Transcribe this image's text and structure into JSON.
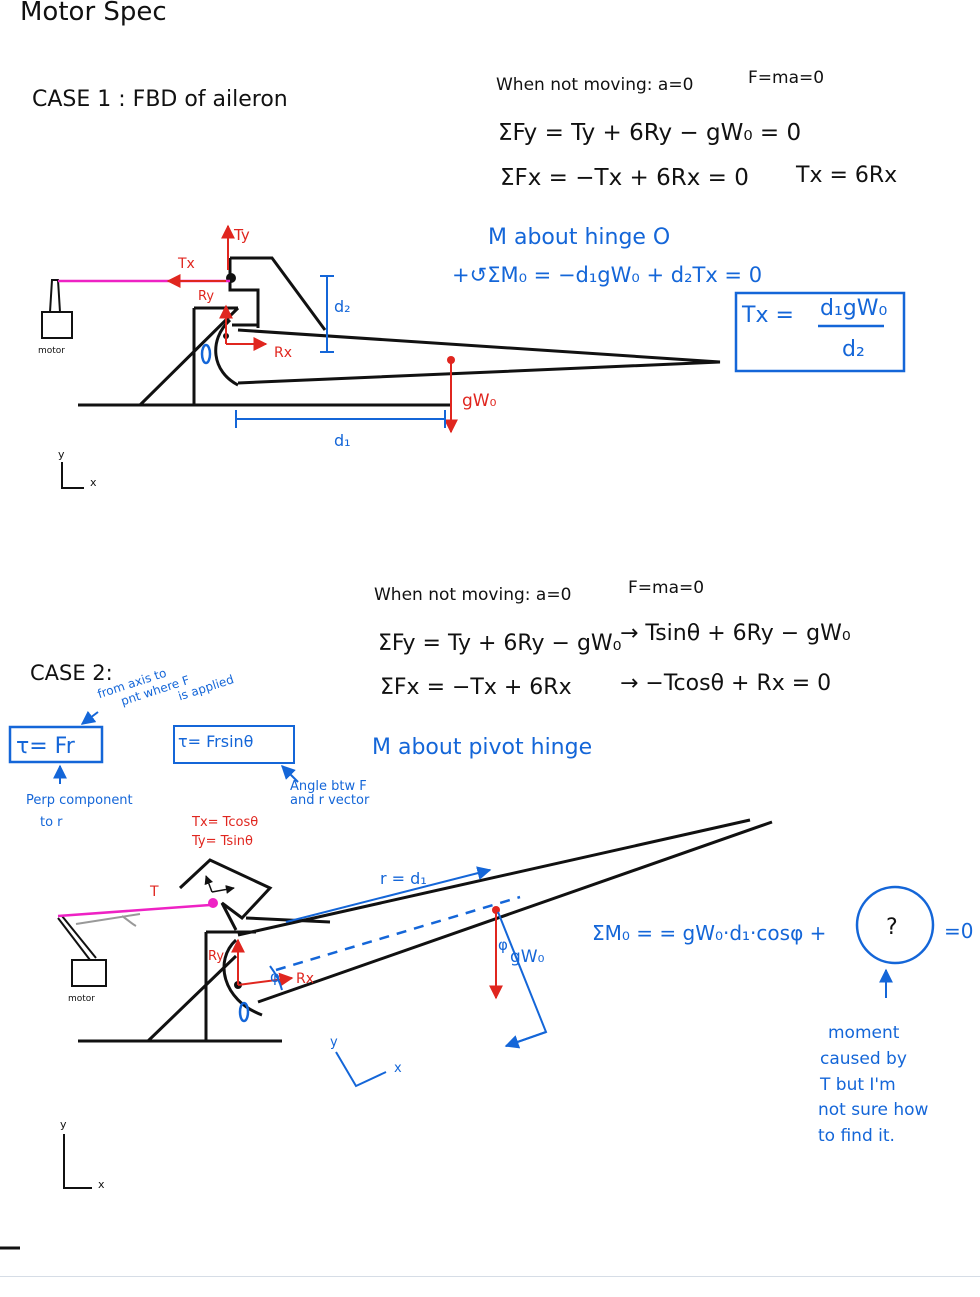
{
  "title": "Motor Spec",
  "case1": {
    "heading": "CASE 1 : FBD of aileron",
    "condition": "When not moving: a=0",
    "newton": "F=ma=0",
    "eq_fy": "ΣFy = Ty + 6Ry − gW₀ = 0",
    "eq_fx": "ΣFx = −Tx + 6Rx = 0",
    "eq_tx": "Tx = 6Rx",
    "moment_heading": "M about hinge O",
    "moment_eq": "+↺ΣM₀ = −d₁gW₀ + d₂Tx = 0",
    "result_lhs": "Tx =",
    "result_num": "d₁gW₀",
    "result_den": "d₂",
    "labels": {
      "ty": "Ty",
      "tx": "Tx",
      "ry": "Ry",
      "rx": "Rx",
      "d2": "d₂",
      "d1": "d₁",
      "weight": "gW₀",
      "motor": "motor",
      "axis_y": "y",
      "axis_x": "x"
    }
  },
  "case2": {
    "heading": "CASE 2:",
    "condition": "When not moving: a=0",
    "newton": "F=ma=0",
    "eq_fy": "ΣFy = Ty + 6Ry − gW₀",
    "eq_fy_sub": "→ Tsinθ + 6Ry − gW₀",
    "eq_fx": "ΣFx = −Tx + 6Rx",
    "eq_fx_sub": "→ −Tcosθ + Rx = 0",
    "torque1": "τ= Fr",
    "torque1_note_a": "from axis to",
    "torque1_note_b": "pnt where F",
    "torque1_note_c": "is applied",
    "torque1_below_a": "Perp component",
    "torque1_below_b": "to r",
    "torque2": "τ= Frsinθ",
    "torque2_note_a": "Angle btw F",
    "torque2_note_b": "and r vector",
    "moment_heading": "M about pivot hinge",
    "tx_def": "Tx= Tcosθ",
    "ty_def": "Ty= Tsinθ",
    "moment_eq": "ΣM₀ = = gW₀·d₁·cosφ +",
    "unknown": "?",
    "equals_zero": "=0",
    "note_lines": [
      "moment",
      "caused by",
      "T but I'm",
      "not sure how",
      "to find it."
    ],
    "labels": {
      "t": "T",
      "r_d1": "r = d₁",
      "ry": "Ry",
      "rx": "Rx",
      "phi": "φ",
      "weight": "gW₀",
      "motor": "motor",
      "small_y": "y",
      "small_x": "x",
      "axis_y": "y",
      "axis_x": "x"
    }
  },
  "colors": {
    "ink": "#111111",
    "blue": "#1466d8",
    "red": "#e0261f",
    "magenta": "#ee22c4",
    "gray": "#999999"
  }
}
